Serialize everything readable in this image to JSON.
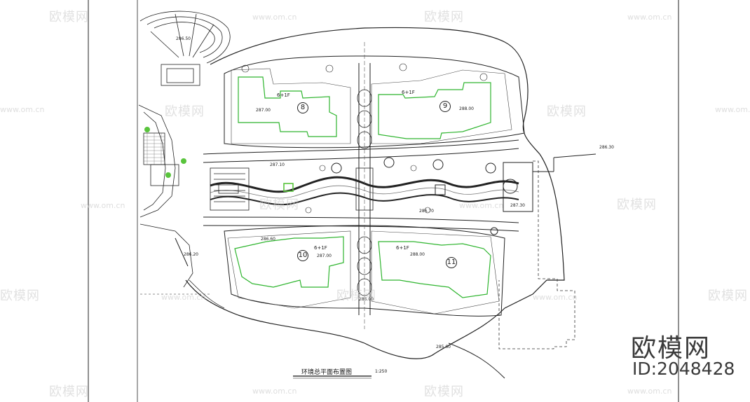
{
  "watermark": {
    "brand": "欧模网",
    "url": "www.om.cn"
  },
  "brand_corner": {
    "name": "欧模网",
    "id": "ID:2048428"
  },
  "drawing": {
    "title": "环境总平面布置图",
    "scale": "1:250",
    "colors": {
      "line": "#222222",
      "building": "#2fb52f",
      "highlight": "#59c43c"
    },
    "buildings": [
      {
        "number": "8",
        "floors": "6+1F",
        "level": "287.00"
      },
      {
        "number": "9",
        "floors": "6+1F",
        "level": "288.00"
      },
      {
        "number": "10",
        "floors": "6+1F",
        "level": "287.00"
      },
      {
        "number": "11",
        "floors": "6+1F",
        "level": "288.00"
      }
    ],
    "levels": [
      "286.50",
      "287.10",
      "286.70",
      "287.30",
      "286.60",
      "286.20",
      "286.00",
      "285.60",
      "286.30"
    ]
  }
}
